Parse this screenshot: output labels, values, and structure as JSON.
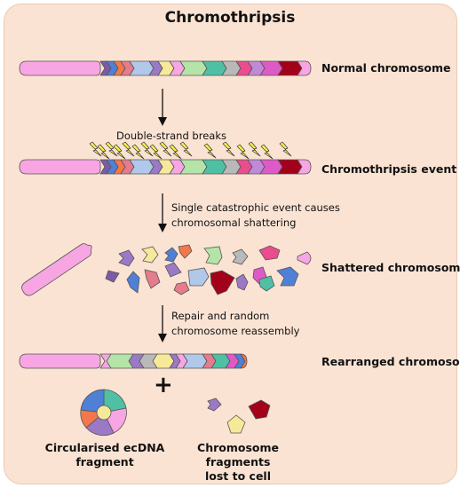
{
  "title": "Chromothripsis",
  "stages": {
    "normal": "Normal chromosome",
    "event": "Chromothripsis event",
    "shattered": "Shattered chromosome",
    "rearranged": "Rearranged chromosome"
  },
  "notes": {
    "breaks": "Double-strand breaks",
    "catastrophic_line1": "Single catastrophic event causes",
    "catastrophic_line2": "chromosomal shattering",
    "repair_line1": "Repair and random",
    "repair_line2": "chromosome reassembly"
  },
  "plus_sign": "+",
  "outcomes": {
    "ecdna_line1": "Circularised ecDNA",
    "ecdna_line2": "fragment",
    "lost_line1": "Chromosome fragments",
    "lost_line2": "lost to cell"
  },
  "colors": {
    "background": "#fbe3d3",
    "arm": "#f7a6e3",
    "outline": "#555555",
    "lightning": "#f5f04a",
    "segments": [
      "#7e5aa6",
      "#4f80d6",
      "#f2784b",
      "#e57b8d",
      "#b0c8ea",
      "#9b79c4",
      "#f7e99a",
      "#b4e4a8",
      "#4fc0a4",
      "#b9b9b9",
      "#ea4d8d",
      "#c08ad9",
      "#de5ac6",
      "#a3001a"
    ]
  }
}
